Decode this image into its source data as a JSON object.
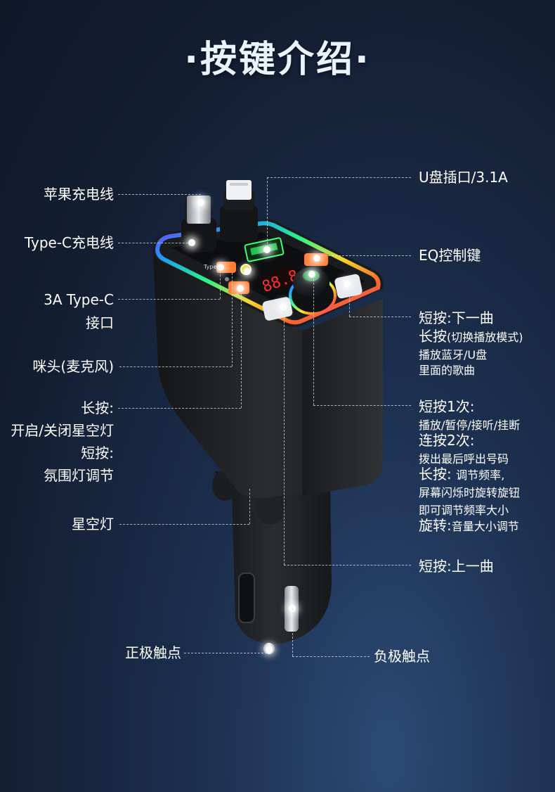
{
  "title": "·按键介绍·",
  "labels": {
    "apple_cable": "苹果充电线",
    "typec_cable": "Type-C充电线",
    "typec_port_1": "3A Type-C",
    "typec_port_2": "接口",
    "mic": "咪头(麦克风)",
    "long_press_title": "长按:",
    "long_press_desc": "开启/关闭星空灯",
    "short_press_title": "短按:",
    "short_press_desc": "氛围灯调节",
    "starry_light": "星空灯",
    "positive": "正极触点",
    "negative": "负极触点",
    "usb_port": "U盘插口/3.1A",
    "eq_key": "EQ控制键",
    "next_short": "短按:下一曲",
    "next_long_title": "长按",
    "next_long_paren": "(切换播放模式)",
    "next_long_line2": "播放蓝牙/U盘",
    "next_long_line3": "里面的歌曲",
    "knob_short": "短按1次:",
    "knob_short_desc": "播放/暂停/接听/挂断",
    "knob_double": "连按2次:",
    "knob_double_desc": "拨出最后呼出号码",
    "knob_long_title": "长按:",
    "knob_long_desc1": "调节频率,",
    "knob_long_desc2": "屏幕闪烁时旋转旋钮",
    "knob_long_desc3": "即可调节频率大小",
    "knob_rotate_title": "旋转:",
    "knob_rotate_desc": "音量大小调节",
    "prev_short": "短按:上一曲"
  },
  "device": {
    "display_digits": "88.8",
    "port_label": "Type-C"
  }
}
